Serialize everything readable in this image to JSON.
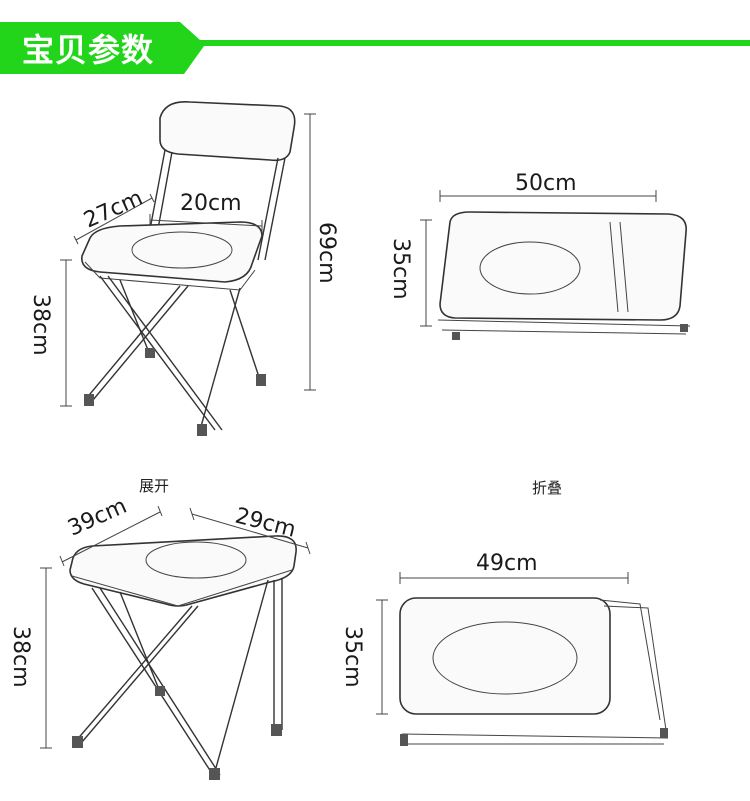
{
  "header": {
    "title": "宝贝参数",
    "accent_color": "#22d41a"
  },
  "views": {
    "unfolded": {
      "caption": "展开",
      "chair_back": {
        "depth": "27cm",
        "width": "20cm",
        "height": "69cm",
        "seat_height": "38cm"
      },
      "stool": {
        "depth": "39cm",
        "width": "29cm",
        "seat_height": "38cm"
      }
    },
    "folded": {
      "caption": "折叠",
      "chair_back": {
        "width": "50cm",
        "depth": "35cm"
      },
      "stool": {
        "width": "49cm",
        "depth": "35cm"
      }
    }
  }
}
